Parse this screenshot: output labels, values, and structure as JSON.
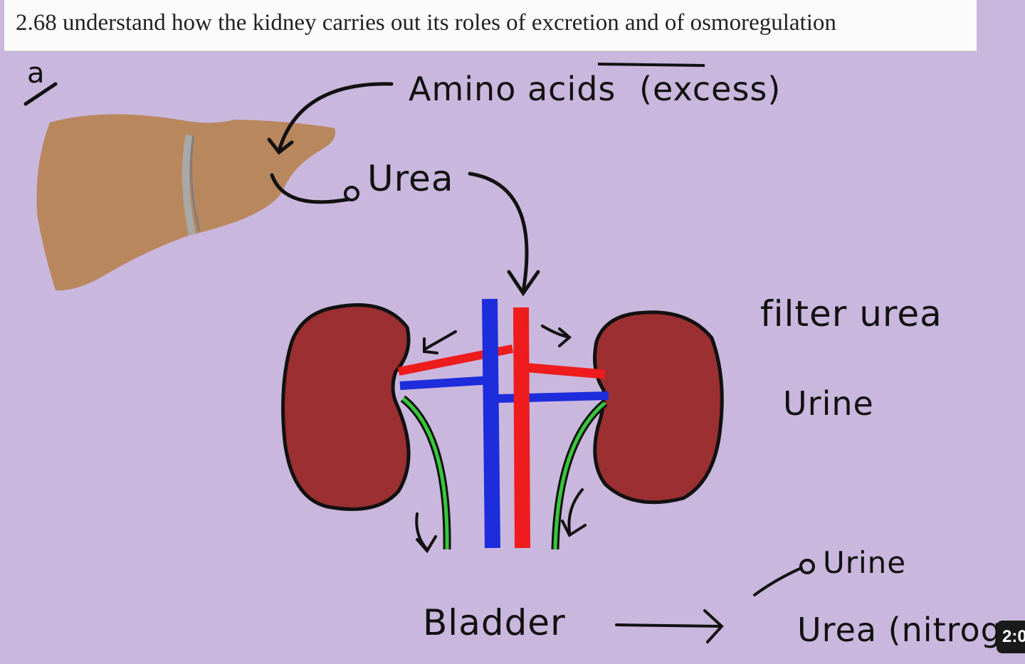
{
  "header": {
    "spec_point": "2.68  understand how the kidney carries out its roles of excretion and of osmoregulation"
  },
  "annotations": {
    "part_label": "a",
    "amino_acids": "Amino acids",
    "excess": "(excess)",
    "urea_top": "Urea",
    "filter_urea": "filter urea",
    "urine_right": "Urine",
    "urine_lower": "Urine",
    "bladder": "Bladder",
    "urea_nitrogen": "Urea (nitrogen"
  },
  "player": {
    "timestamp": "2:0"
  },
  "colors": {
    "background": "#c9b7dd",
    "liver": "#b9875e",
    "kidney": "#9b2f32",
    "artery": "#ee1c1c",
    "vein": "#1d2ddc",
    "ureter": "#36c83a"
  }
}
